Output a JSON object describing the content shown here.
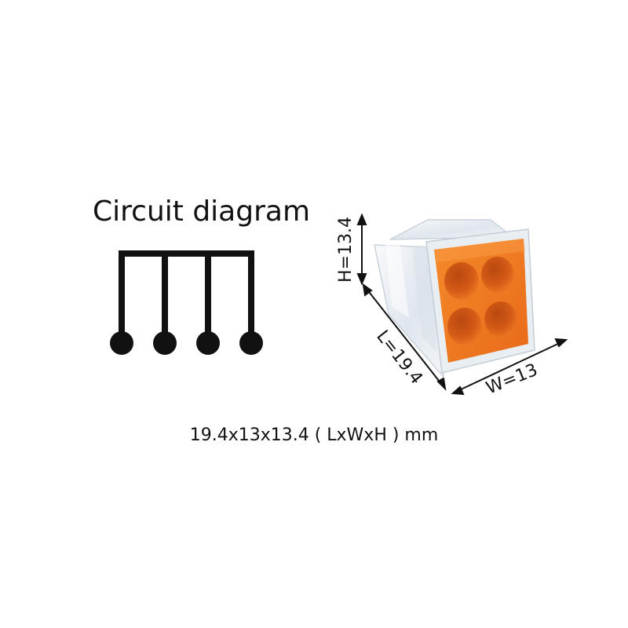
{
  "circuit": {
    "title": "Circuit diagram",
    "terminal_count": 4
  },
  "product": {
    "name_icon": "push-wire-connector-4-port-icon",
    "colors": {
      "housing": "#f07a1f",
      "housing_dark": "#d8631a",
      "port": "#e0621c",
      "port_shadow": "#b8480f",
      "clear_shell": "#eef2f6",
      "clear_edge": "#c9d2db"
    },
    "dimensions": {
      "height_label": "H=13.4",
      "length_label": "L=19.4",
      "width_label": "W=13"
    }
  },
  "caption": "19.4x13x13.4 ( LxWxH ) mm"
}
